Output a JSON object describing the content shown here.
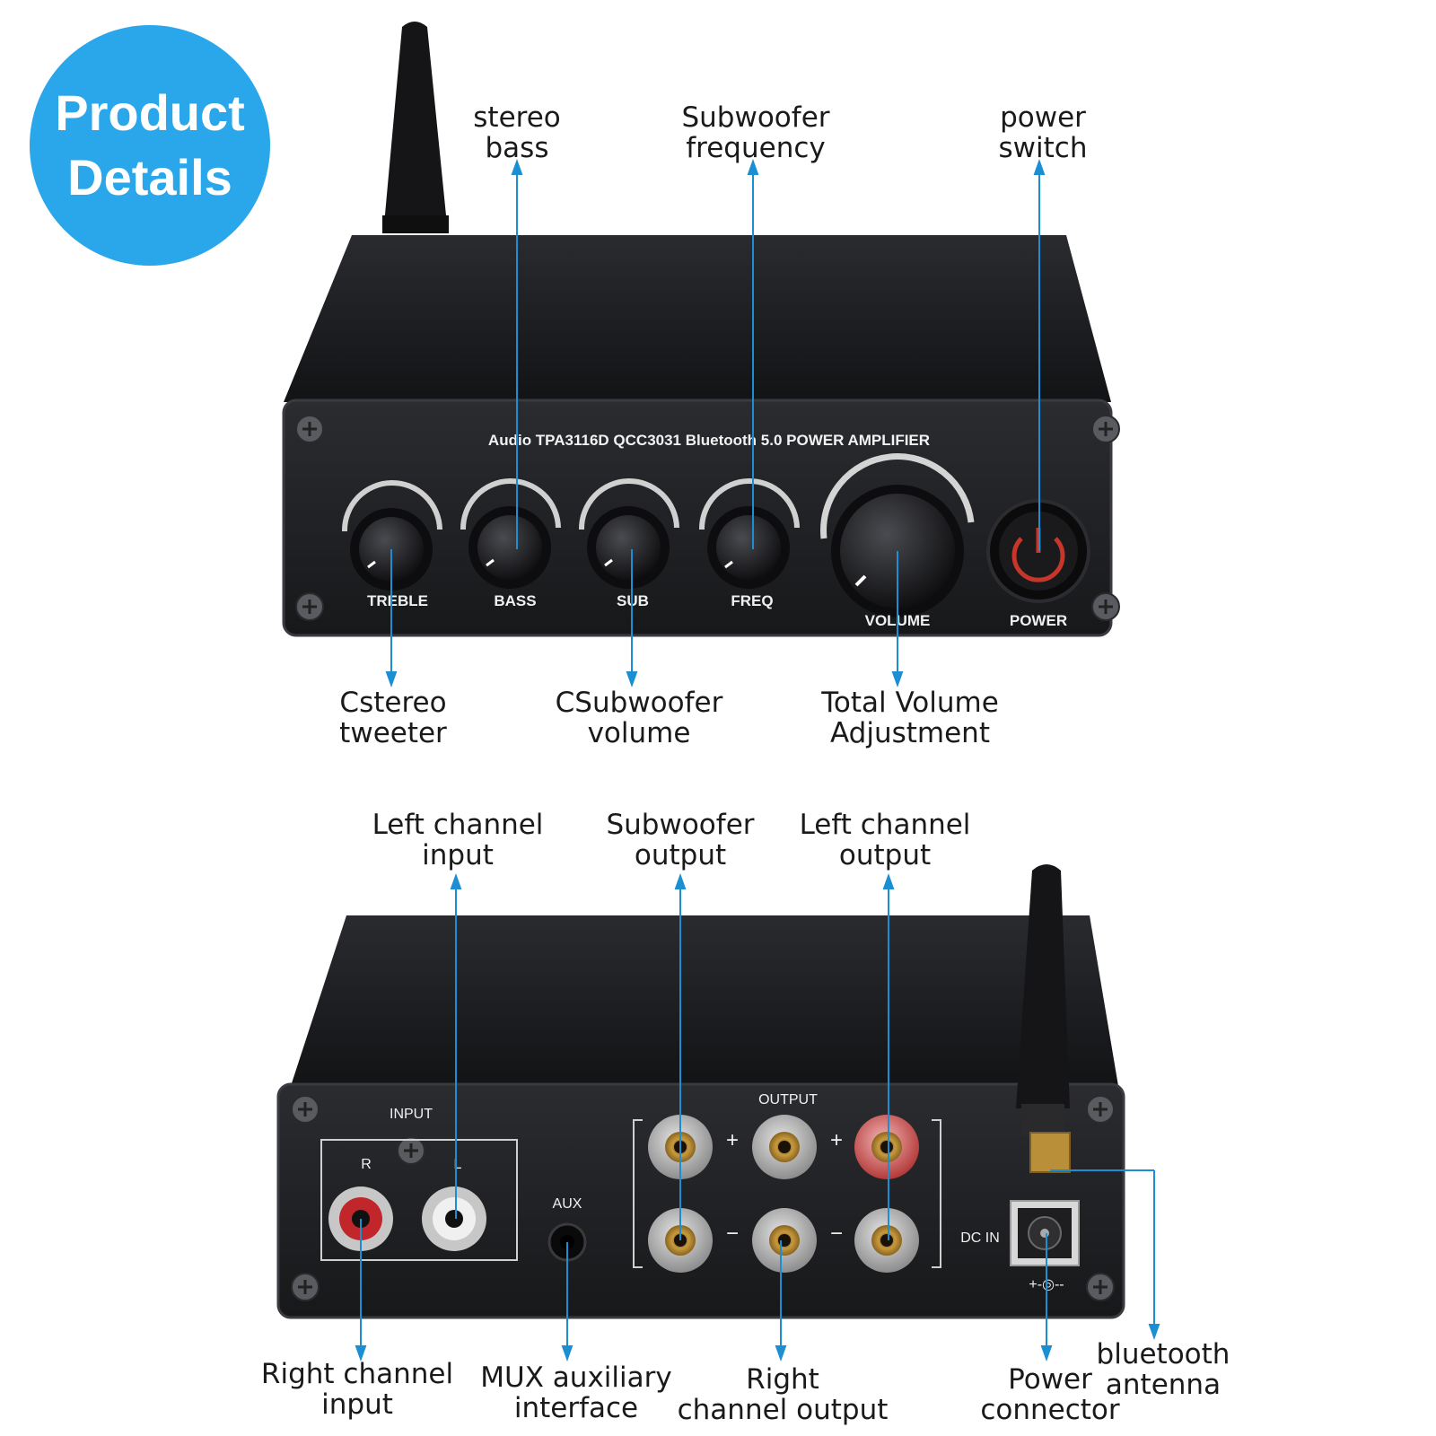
{
  "badge": {
    "line1": "Product",
    "line2": "Details"
  },
  "colors": {
    "badge": "#2aa6ea",
    "callout": "#1b8fd1",
    "chassis": "#1c1d20",
    "power_ring": "#c8362a"
  },
  "front_panel": {
    "title_text": "Audio TPA3116D QCC3031 Bluetooth 5.0 POWER AMPLIFIER",
    "knobs": [
      "TREBLE",
      "BASS",
      "SUB",
      "FREQ"
    ],
    "volume_label": "VOLUME",
    "power_label": "POWER",
    "power_icon": "power-icon"
  },
  "front_callouts": {
    "stereo_bass": [
      "stereo",
      "bass"
    ],
    "subwoofer_frequency": [
      "Subwoofer",
      "frequency"
    ],
    "power_switch": [
      "power",
      "switch"
    ],
    "stereo_tweeter": [
      "Cstereo",
      "tweeter"
    ],
    "subwoofer_volume": [
      "CSubwoofer",
      "volume"
    ],
    "total_volume": [
      "Total Volume",
      "Adjustment"
    ]
  },
  "rear_panel": {
    "input_label": "INPUT",
    "r_label": "R",
    "l_label": "L",
    "aux_label": "AUX",
    "output_label": "OUTPUT",
    "plus": "+",
    "minus": "−",
    "dc_in_label": "DC IN",
    "polarity": "+-◎--"
  },
  "rear_callouts": {
    "left_channel_input": [
      "Left channel",
      "input"
    ],
    "subwoofer_output": [
      "Subwoofer",
      "output"
    ],
    "left_channel_output": [
      "Left channel",
      "output"
    ],
    "right_channel_input": [
      "Right channel",
      "input"
    ],
    "mux_aux": [
      "MUX auxiliary",
      "interface"
    ],
    "right_channel_output": [
      "Right",
      "channel output"
    ],
    "power_connector": [
      "Power",
      "connector"
    ],
    "bluetooth_antenna": [
      "bluetooth",
      "antenna"
    ]
  }
}
